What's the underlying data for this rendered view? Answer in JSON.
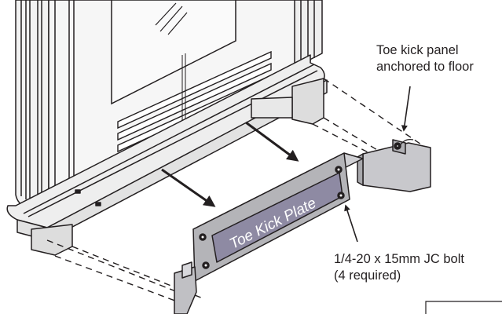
{
  "diagram": {
    "plate_label": "Toe Kick Plate",
    "callouts": {
      "panel": {
        "line1": "Toe kick panel",
        "line2": "anchored to floor"
      },
      "bolt": {
        "line1": "1/4-20 x 15mm JC bolt",
        "line2": "(4 required)"
      }
    },
    "colors": {
      "outline": "#231f20",
      "plate_label_fill": "#8e8aa3",
      "bracket_fill": "#b4b4b8",
      "cabinet_fill": "#f0f0f0"
    }
  }
}
